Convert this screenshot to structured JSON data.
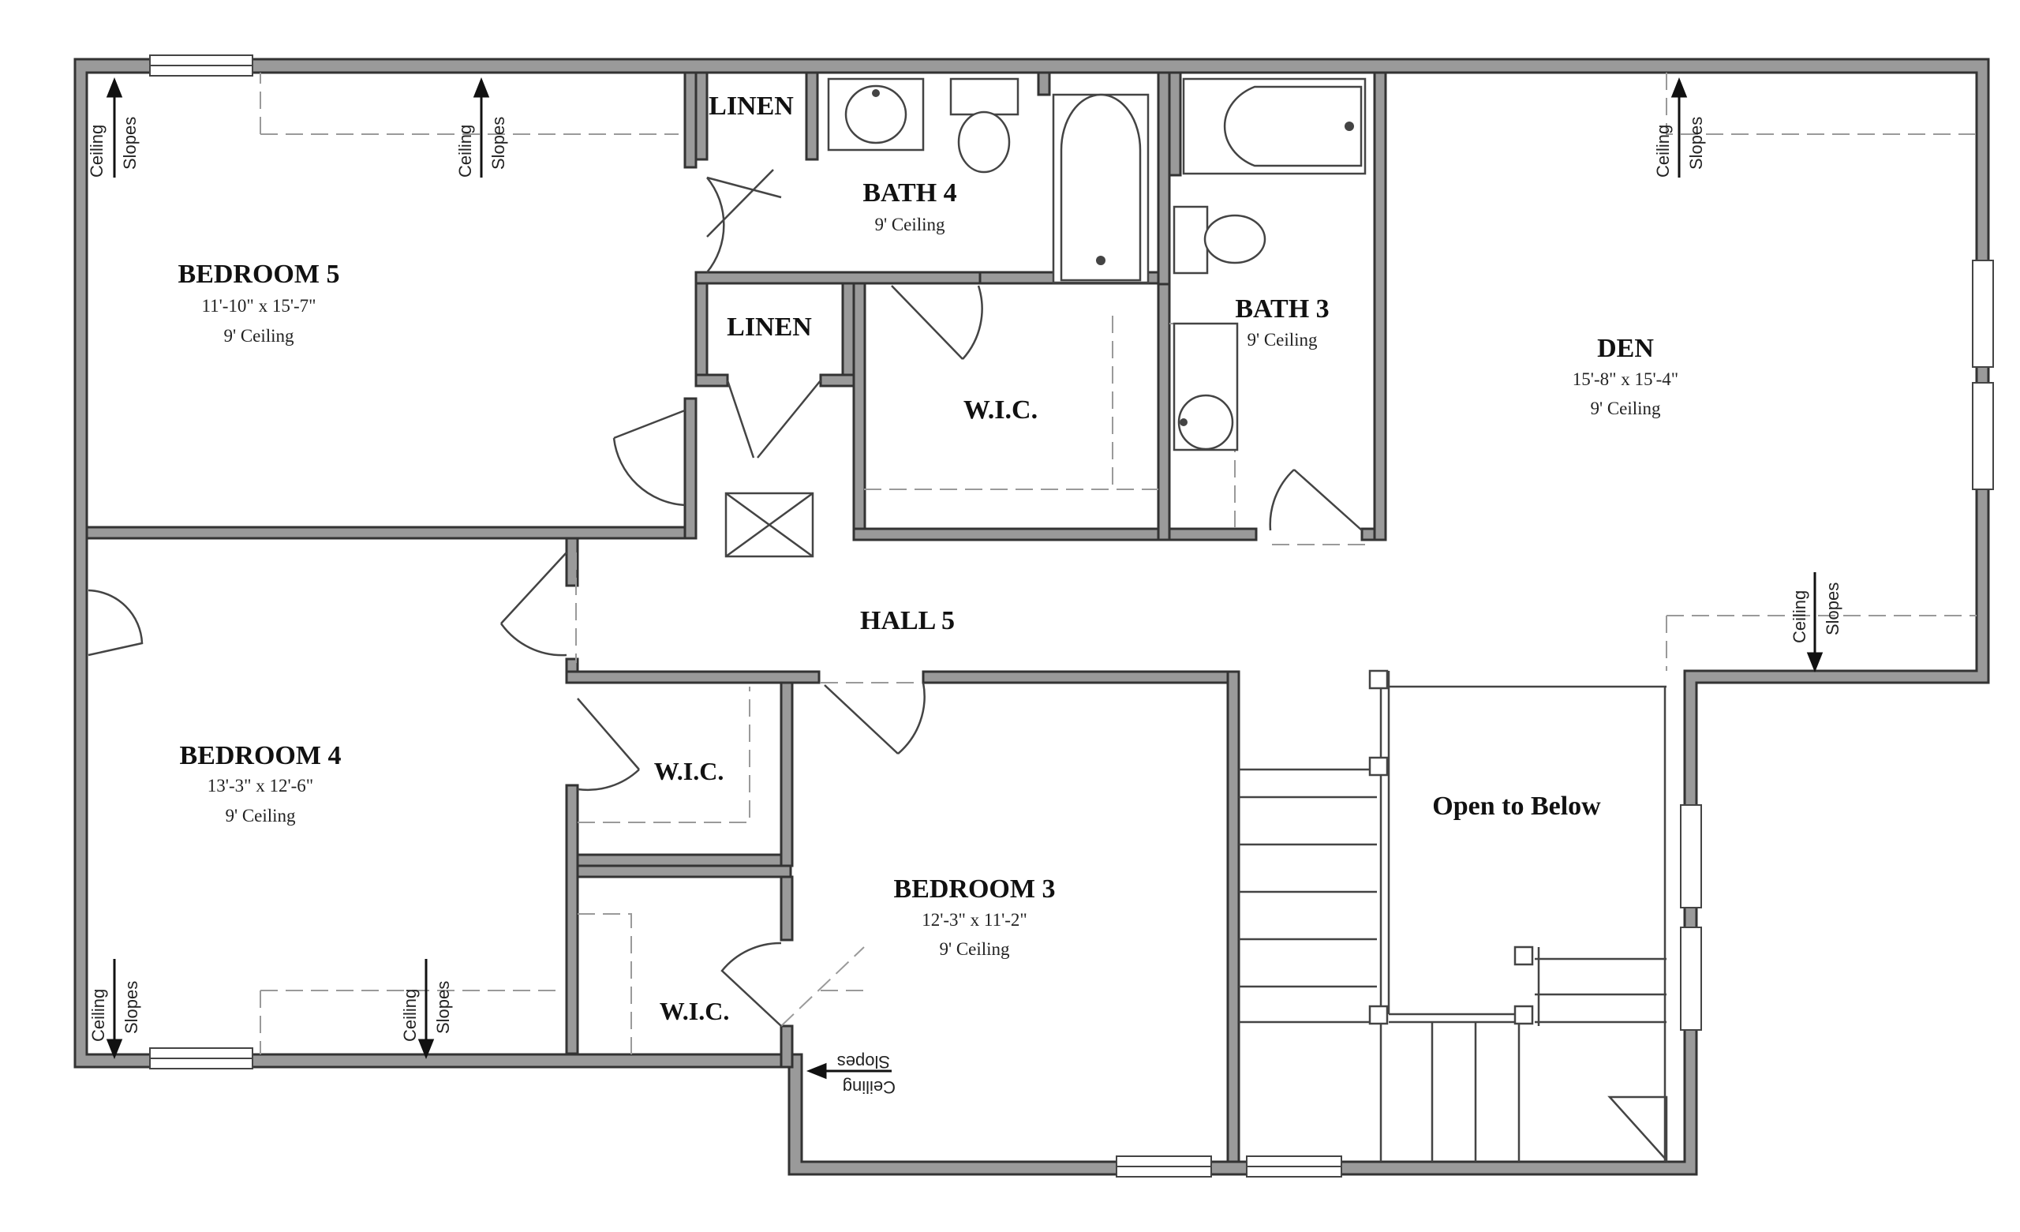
{
  "rooms": {
    "bedroom5": {
      "name": "BEDROOM 5",
      "size": "11'-10\" x 15'-7\"",
      "ceiling": "9' Ceiling"
    },
    "bedroom4": {
      "name": "BEDROOM 4",
      "size": "13'-3\" x 12'-6\"",
      "ceiling": "9' Ceiling"
    },
    "bedroom3": {
      "name": "BEDROOM 3",
      "size": "12'-3\" x 11'-2\"",
      "ceiling": "9' Ceiling"
    },
    "den": {
      "name": "DEN",
      "size": "15'-8\" x 15'-4\"",
      "ceiling": "9' Ceiling"
    },
    "bath4": {
      "name": "BATH 4",
      "ceiling": "9' Ceiling"
    },
    "bath3": {
      "name": "BATH 3",
      "ceiling": "9' Ceiling"
    },
    "linen_top": {
      "name": "LINEN"
    },
    "linen_mid": {
      "name": "LINEN"
    },
    "wic_main": {
      "name": "W.I.C."
    },
    "wic_bed4": {
      "name": "W.I.C."
    },
    "wic_bed3": {
      "name": "W.I.C."
    },
    "hall": {
      "name": "HALL 5"
    },
    "open": {
      "name": "Open to Below"
    }
  },
  "ceiling_note": {
    "line1": "Ceiling",
    "line2": "Slopes"
  },
  "colors": {
    "wall": "#3a3a3a",
    "dash": "#9a9a9a",
    "text": "#111111"
  }
}
